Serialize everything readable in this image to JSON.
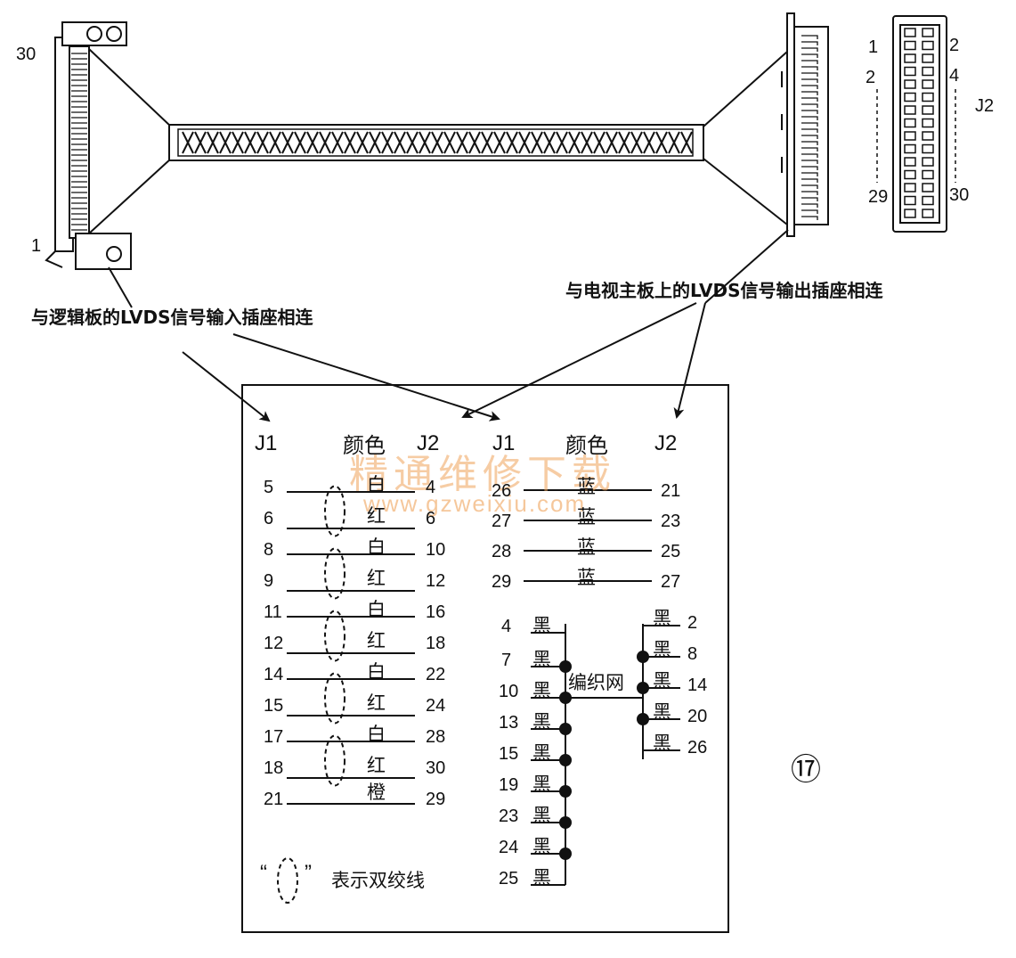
{
  "top_labels": {
    "connector_left_top": "30",
    "connector_left_bottom": "1",
    "j2_pin_tl": "1",
    "j2_pin_tr": "2",
    "j2_pin_ml": "2",
    "j2_pin_mr": "4",
    "j2_pin_bl": "29",
    "j2_pin_br": "30",
    "j2_name": "J2",
    "caption_left": "与逻辑板的LVDS信号输入插座相连",
    "caption_right": "与电视主板上的LVDS信号输出插座相连"
  },
  "table": {
    "left_headers": {
      "j1": "J1",
      "color": "颜色",
      "j2": "J2"
    },
    "right_headers": {
      "j1": "J1",
      "color": "颜色",
      "j2": "J2"
    },
    "left_rows": [
      {
        "j1": "5",
        "color": "白",
        "j2": "4"
      },
      {
        "j1": "6",
        "color": "红",
        "j2": "6"
      },
      {
        "j1": "8",
        "color": "白",
        "j2": "10"
      },
      {
        "j1": "9",
        "color": "红",
        "j2": "12"
      },
      {
        "j1": "11",
        "color": "白",
        "j2": "16"
      },
      {
        "j1": "12",
        "color": "红",
        "j2": "18"
      },
      {
        "j1": "14",
        "color": "白",
        "j2": "22"
      },
      {
        "j1": "15",
        "color": "红",
        "j2": "24"
      },
      {
        "j1": "17",
        "color": "白",
        "j2": "28"
      },
      {
        "j1": "18",
        "color": "红",
        "j2": "30"
      },
      {
        "j1": "21",
        "color": "橙",
        "j2": "29"
      }
    ],
    "right_rows": [
      {
        "j1": "26",
        "color": "蓝",
        "j2": "21"
      },
      {
        "j1": "27",
        "color": "蓝",
        "j2": "23"
      },
      {
        "j1": "28",
        "color": "蓝",
        "j2": "25"
      },
      {
        "j1": "29",
        "color": "蓝",
        "j2": "27"
      }
    ],
    "braid_left": [
      {
        "j1": "4",
        "color": "黑"
      },
      {
        "j1": "7",
        "color": "黑"
      },
      {
        "j1": "10",
        "color": "黑"
      },
      {
        "j1": "13",
        "color": "黑"
      },
      {
        "j1": "15",
        "color": "黑"
      },
      {
        "j1": "19",
        "color": "黑"
      },
      {
        "j1": "23",
        "color": "黑"
      },
      {
        "j1": "24",
        "color": "黑"
      },
      {
        "j1": "25",
        "color": "黑"
      }
    ],
    "braid_right": [
      {
        "j2": "2",
        "color": "黑"
      },
      {
        "j2": "8",
        "color": "黑"
      },
      {
        "j2": "14",
        "color": "黑"
      },
      {
        "j2": "20",
        "color": "黑"
      },
      {
        "j2": "26",
        "color": "黑"
      }
    ],
    "braid_label": "编织网",
    "legend_open": "“",
    "legend_close": "”",
    "legend_text": "表示双绞线"
  },
  "watermark": {
    "line1": "精通维修下载",
    "line2": "www.gzweixiu.com"
  },
  "figure_number": "⑰"
}
